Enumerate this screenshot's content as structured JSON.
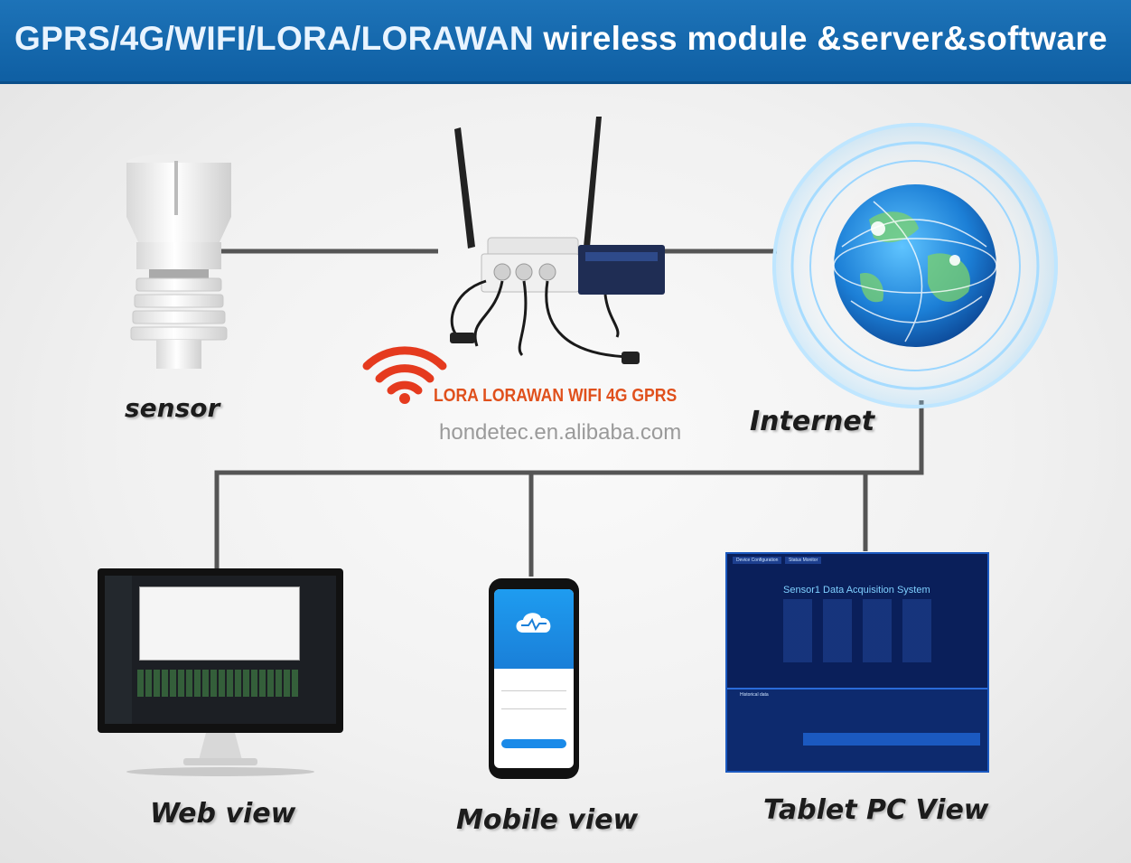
{
  "header": {
    "title_accent": "GPRS/4G/WIFI/LORA/LORAWAN",
    "title_rest": " wireless module &server&software"
  },
  "nodes": {
    "sensor": "sensor",
    "internet": "Internet",
    "web": "Web view",
    "mobile": "Mobile view",
    "tablet": "Tablet PC View"
  },
  "gateway": {
    "protocols": "LORA LORAWAN WIFI 4G GPRS",
    "website": "hondetec.en.alibaba.com"
  },
  "tablet_screen": {
    "title": "Sensor1 Data Acquisition System",
    "tabs": [
      "Device Configuration",
      "Status Monitor"
    ],
    "lower_title": "Historical data"
  },
  "colors": {
    "header_blue": "#1565b0",
    "protocol_orange": "#e0501c",
    "wifi_red": "#e53a1e",
    "line_gray": "#555555"
  }
}
